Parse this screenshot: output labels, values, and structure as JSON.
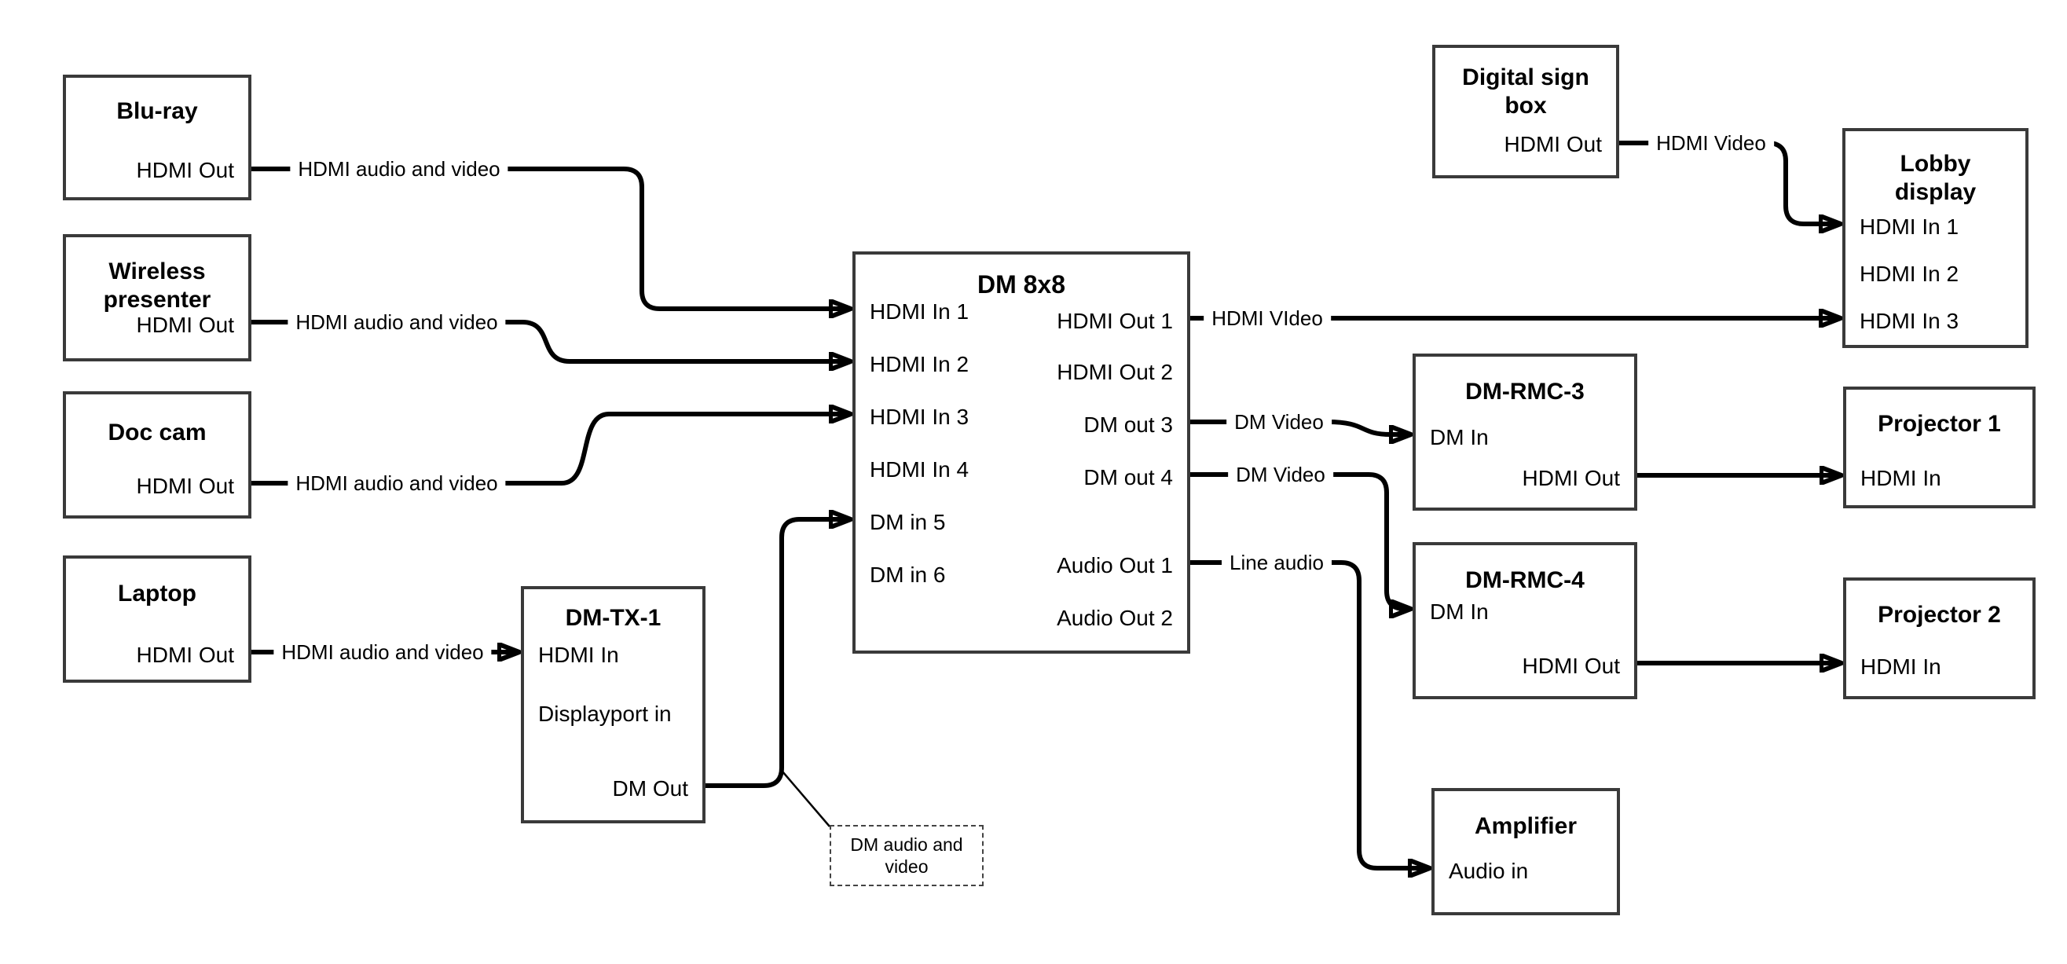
{
  "colors": {
    "background": "#ffffff",
    "cable": "#000000",
    "box_border": "#3a3a3a",
    "text": "#000000"
  },
  "nodes": {
    "bluray": {
      "title": "Blu-ray",
      "hdmi_out": "HDMI Out"
    },
    "wireless": {
      "title_line1": "Wireless",
      "title_line2": "presenter",
      "hdmi_out": "HDMI Out"
    },
    "doccam": {
      "title": "Doc cam",
      "hdmi_out": "HDMI Out"
    },
    "laptop": {
      "title": "Laptop",
      "hdmi_out": "HDMI Out"
    },
    "dmtx1": {
      "title": "DM-TX-1",
      "hdmi_in": "HDMI In",
      "displayport_in": "Displayport in",
      "dm_out": "DM Out"
    },
    "dm8x8": {
      "title": "DM 8x8",
      "in1": "HDMI In 1",
      "in2": "HDMI In 2",
      "in3": "HDMI In 3",
      "in4": "HDMI In 4",
      "in5": "DM in 5",
      "in6": "DM in 6",
      "out1": "HDMI Out 1",
      "out2": "HDMI Out 2",
      "out3": "DM out 3",
      "out4": "DM out 4",
      "audio1": "Audio Out 1",
      "audio2": "Audio Out 2"
    },
    "digitalsign": {
      "title_line1": "Digital sign",
      "title_line2": "box",
      "hdmi_out": "HDMI Out"
    },
    "lobby": {
      "title_line1": "Lobby",
      "title_line2": "display",
      "in1": "HDMI In 1",
      "in2": "HDMI In 2",
      "in3": "HDMI In 3"
    },
    "dmrmc3": {
      "title": "DM-RMC-3",
      "dm_in": "DM In",
      "hdmi_out": "HDMI Out"
    },
    "proj1": {
      "title": "Projector 1",
      "hdmi_in": "HDMI In"
    },
    "dmrmc4": {
      "title": "DM-RMC-4",
      "dm_in": "DM In",
      "hdmi_out": "HDMI Out"
    },
    "proj2": {
      "title": "Projector 2",
      "hdmi_in": "HDMI In"
    },
    "amplifier": {
      "title": "Amplifier",
      "audio_in": "Audio in"
    }
  },
  "cable_labels": {
    "bluray_cable": "HDMI audio and video",
    "wireless_cable": "HDMI audio and video",
    "doccam_cable": "HDMI audio and video",
    "laptop_cable": "HDMI audio and video",
    "hdmi_video_long": "HDMI VIdeo",
    "dm_video_out3": "DM Video",
    "dm_video_out4": "DM Video",
    "line_audio": "Line audio",
    "sign_hdmi_video": "HDMI Video"
  },
  "note": {
    "line1": "DM audio and",
    "line2": "video"
  }
}
